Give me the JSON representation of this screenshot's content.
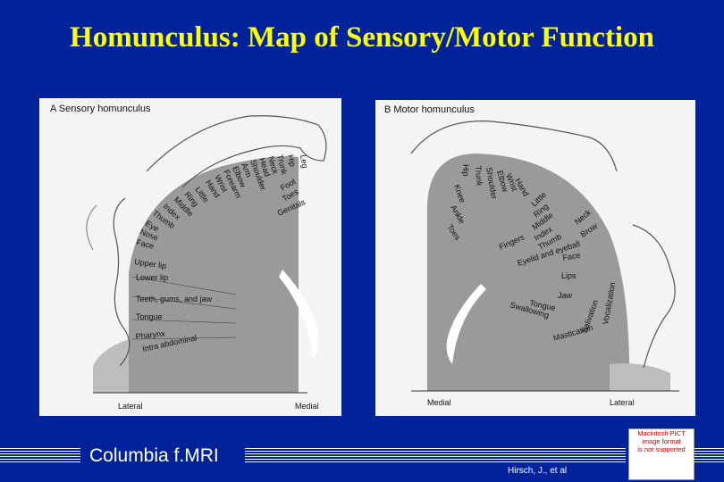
{
  "title": "Homunculus: Map of Sensory/Motor Function",
  "panel_a": {
    "heading": "A  Sensory homunculus",
    "labels": [
      "Leg",
      "Hip",
      "Trunk",
      "Neck",
      "Head",
      "Shoulder",
      "Arm",
      "Elbow",
      "Forearm",
      "Wrist",
      "Hand",
      "Little",
      "Ring",
      "Middle",
      "Index",
      "Thumb",
      "Eye",
      "Nose",
      "Face",
      "Upper lip",
      "Lower lip",
      "Teeth, gums, and jaw",
      "Tongue",
      "Pharynx",
      "Intra abdominal",
      "Foot",
      "Toes",
      "Genitals"
    ],
    "lateral": "Lateral",
    "medial": "Medial"
  },
  "panel_b": {
    "heading": "B  Motor homunculus",
    "labels": [
      "Hip",
      "Trunk",
      "Shoulder",
      "Elbow",
      "Wrist",
      "Hand",
      "Little",
      "Ring",
      "Middle",
      "Index",
      "Thumb",
      "Neck",
      "Brow",
      "Eyelid and eyeball",
      "Face",
      "Lips",
      "Jaw",
      "Tongue",
      "Swallowing",
      "Mastication",
      "Salivation",
      "Vocalization",
      "Knee",
      "Ankle",
      "Toes",
      "Fingers"
    ],
    "medial": "Medial",
    "lateral": "Lateral"
  },
  "footer": {
    "label": "Columbia  f.MRI",
    "credit": "Hirsch, J., et al",
    "pict_lines": [
      "Macintosh PICT",
      "image format",
      "is not supported"
    ]
  },
  "colors": {
    "background": "#00239c",
    "title": "#ffff00",
    "panel": "#f4f4f4",
    "cortex": "#9a9a9a",
    "placeholder_text": "#c00000"
  }
}
